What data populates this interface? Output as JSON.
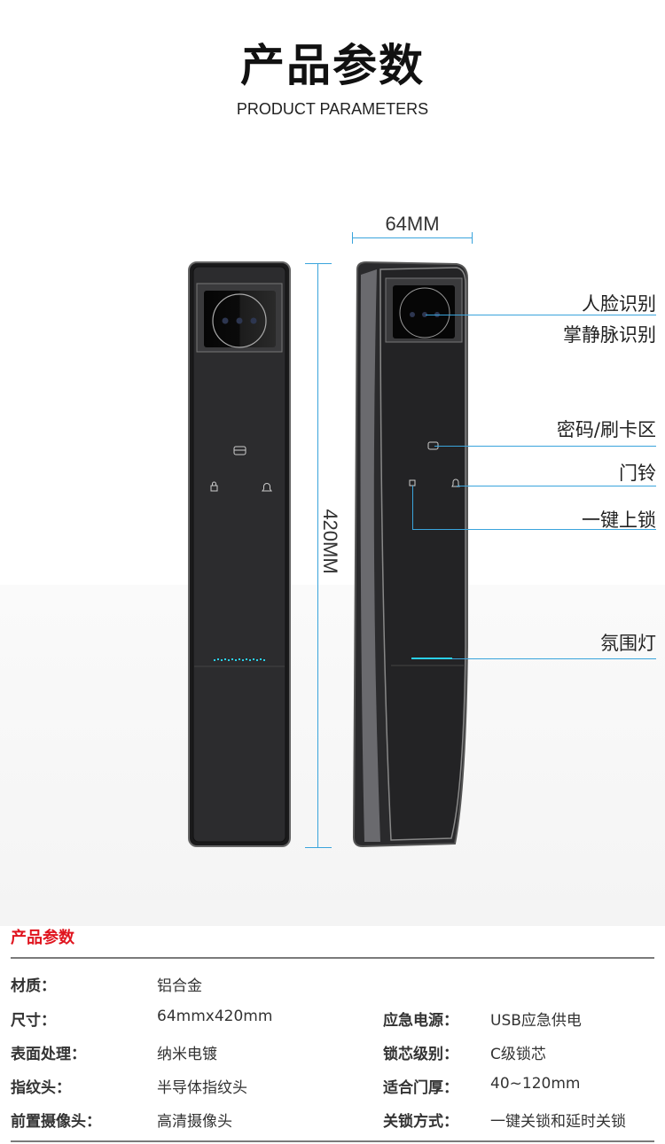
{
  "header": {
    "title": "产品参数",
    "subtitle": "PRODUCT PARAMETERS"
  },
  "dimensions": {
    "width": "64MM",
    "height": "420MM"
  },
  "features": [
    "人脸识别",
    "掌静脉识别",
    "密码/刷卡区",
    "门铃",
    "一键上锁",
    "氛围灯"
  ],
  "colors": {
    "accent": "#3aa4dc",
    "title_red": "#e0141e",
    "led": "#2ad0e8"
  },
  "specs": {
    "title": "产品参数",
    "rows": [
      {
        "k1": "材质：",
        "v1": "铝合金",
        "k2": "",
        "v2": ""
      },
      {
        "k1": "尺寸：",
        "v1": "64mmx420mm",
        "k2": "应急电源：",
        "v2": "USB应急供电"
      },
      {
        "k1": "表面处理：",
        "v1": "纳米电镀",
        "k2": "锁芯级别：",
        "v2": "C级锁芯"
      },
      {
        "k1": "指纹头：",
        "v1": "半导体指纹头",
        "k2": "适合门厚：",
        "v2": "40~120mm"
      },
      {
        "k1": "前置摄像头：",
        "v1": "高清摄像头",
        "k2": "关锁方式：",
        "v2": "一键关锁和延时关锁"
      }
    ]
  }
}
